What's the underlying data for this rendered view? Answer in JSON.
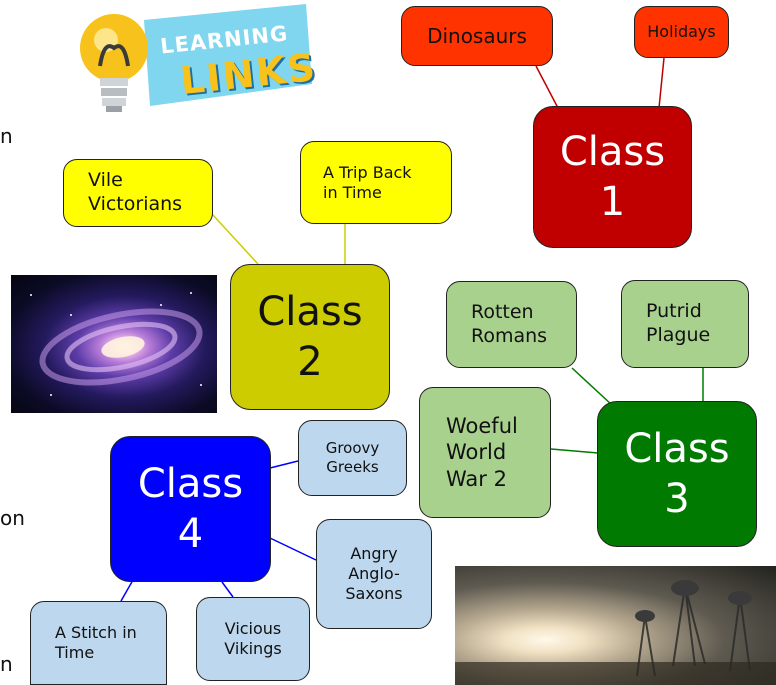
{
  "logo": {
    "line1": "LEARNING",
    "line2": "LINKS"
  },
  "edge_fragments": [
    "n",
    "on",
    "n"
  ],
  "colors": {
    "class1": "#c00000",
    "class1_topics": "#ff3300",
    "class2": "#cccc00",
    "class2_topics": "#ffff00",
    "class3": "#007a00",
    "class3_topics": "#a9d18e",
    "class4": "#0000ff",
    "class4_topics": "#bdd7ee"
  },
  "class1": {
    "title": {
      "line1": "Class",
      "line2": "1"
    },
    "topics": [
      {
        "line1": "Dinosaurs"
      },
      {
        "line1": "Holidays"
      }
    ]
  },
  "class2": {
    "title": {
      "line1": "Class",
      "line2": "2"
    },
    "topics": [
      {
        "line1": "Vile",
        "line2": "Victorians"
      },
      {
        "line1": "A Trip Back",
        "line2": "in Time"
      }
    ]
  },
  "class3": {
    "title": {
      "line1": "Class",
      "line2": "3"
    },
    "topics": [
      {
        "line1": "Rotten",
        "line2": "Romans"
      },
      {
        "line1": "Putrid",
        "line2": "Plague"
      },
      {
        "line1": "Woeful",
        "line2": "World",
        "line3": "War 2"
      }
    ]
  },
  "class4": {
    "title": {
      "line1": "Class",
      "line2": "4"
    },
    "topics": [
      {
        "line1": "Groovy",
        "line2": "Greeks"
      },
      {
        "line1": "Angry",
        "line2": "Anglo-",
        "line3": "Saxons"
      },
      {
        "line1": "A Stitch in",
        "line2": "Time"
      },
      {
        "line1": "Vicious",
        "line2": "Vikings"
      }
    ]
  }
}
